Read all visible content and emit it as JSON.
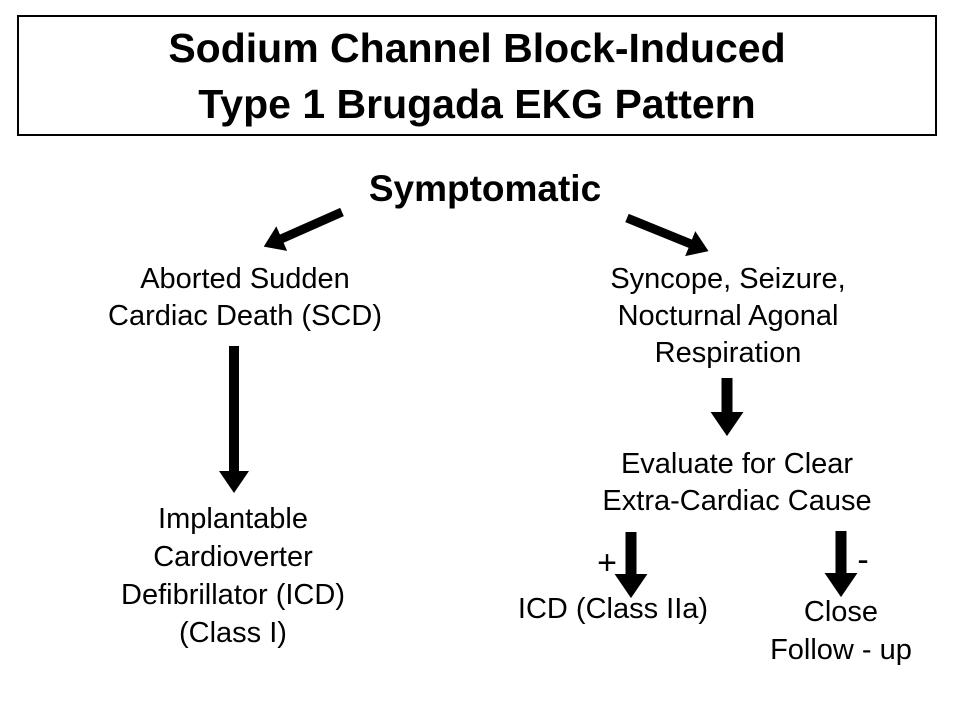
{
  "slide": {
    "background": "#ffffff",
    "text_color": "#000000",
    "arrow_color": "#000000",
    "border_color": "#000000"
  },
  "title": {
    "line1": "Sodium Channel Block-Induced",
    "line2": "Type 1 Brugada EKG Pattern"
  },
  "flowchart": {
    "root_label": "Symptomatic",
    "branch_left": {
      "condition": "Aborted Sudden\nCardiac Death (SCD)",
      "outcome": "Implantable\nCardioverter\nDefibrillator (ICD)\n(Class I)"
    },
    "branch_right": {
      "condition": "Syncope, Seizure,\nNocturnal Agonal\nRespiration",
      "evaluation": "Evaluate for Clear\nExtra-Cardiac Cause",
      "positive_sign": "+",
      "negative_sign": "-",
      "positive_outcome": "ICD (Class IIa)",
      "negative_outcome": "Close\nFollow - up"
    }
  }
}
